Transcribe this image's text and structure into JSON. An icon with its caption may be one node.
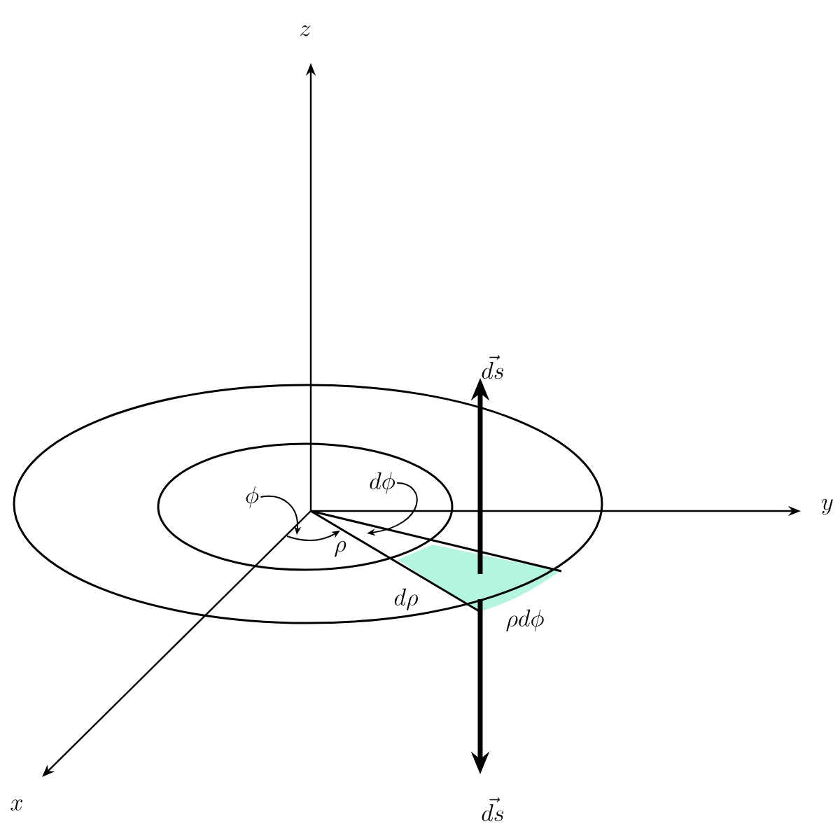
{
  "diagram": {
    "nodes": [
      {
        "text": [
          "\\phi"
        ]
      },
      {
        "text": [
          "d\\phi"
        ]
      }
    ],
    "edges": [
      {
        "from": 0,
        "to": null,
        "arrow": "to"
      },
      {
        "from": 1,
        "to": null,
        "arrow": "to"
      }
    ],
    "labels": [
      "z",
      "y",
      "x",
      "\\vec{ds}",
      "\\rho",
      "d\\rho",
      "\\rho d\\phi",
      "\\vec{ds}"
    ]
  }
}
